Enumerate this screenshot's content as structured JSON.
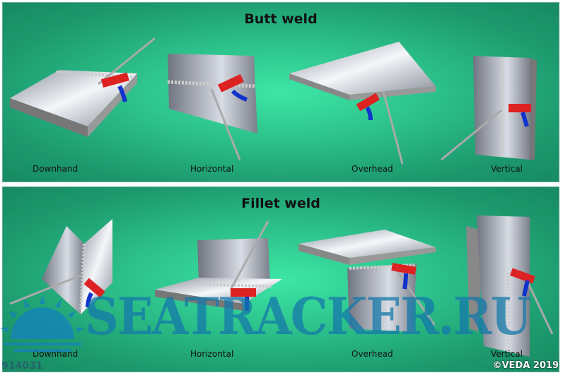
{
  "butt": {
    "title": "Butt weld",
    "labels": [
      "Downhand",
      "Horizontal",
      "Overhead",
      "Vertical"
    ]
  },
  "fillet": {
    "title": "Fillet weld",
    "labels": [
      "Downhand",
      "Horizontal",
      "Overhead",
      "Vertical"
    ]
  },
  "watermark": "SEATRACKER.RU",
  "image_number": "914031",
  "copyright": "©VEDA 2019"
}
